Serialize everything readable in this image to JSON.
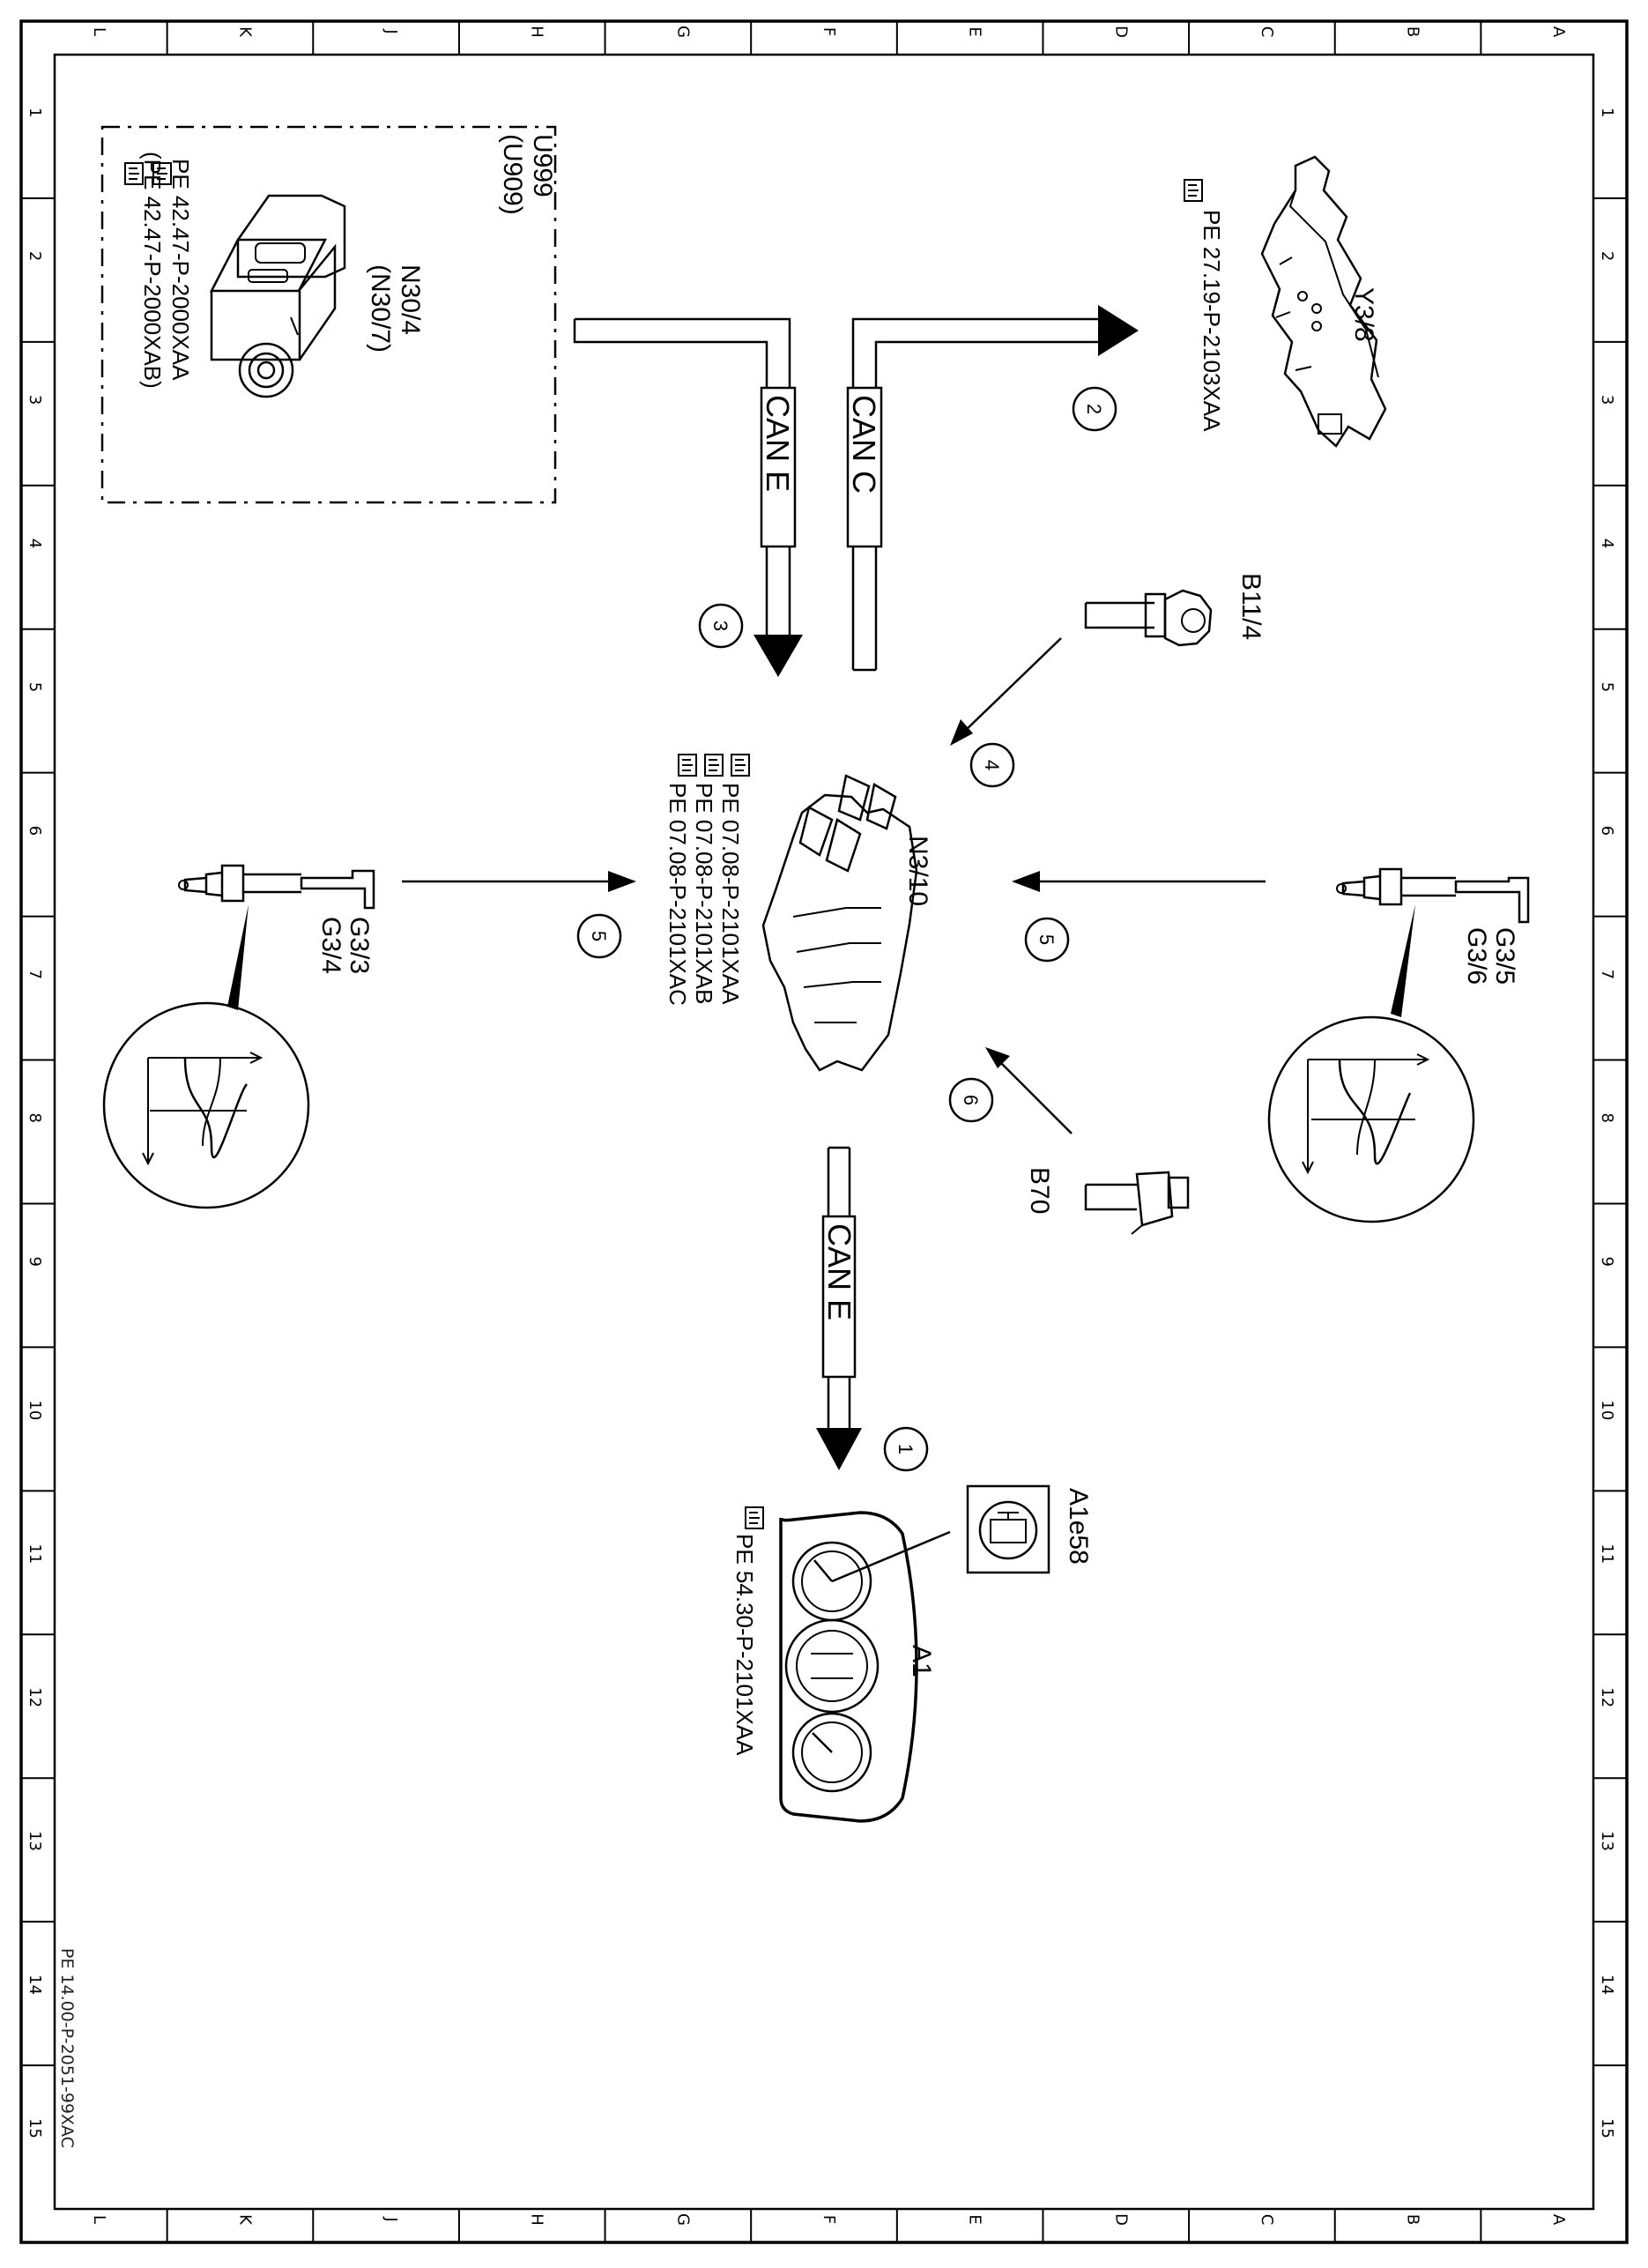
{
  "document_code": "PE 14.00-P-2051-99XAC",
  "grid": {
    "letters": [
      "L",
      "K",
      "J",
      "H",
      "G",
      "F",
      "E",
      "D",
      "C",
      "B",
      "A"
    ],
    "numbers": [
      "1",
      "2",
      "3",
      "4",
      "5",
      "6",
      "7",
      "8",
      "9",
      "10",
      "11",
      "12",
      "13",
      "14",
      "15"
    ]
  },
  "components": {
    "radar": {
      "label1": "N30/4",
      "label2": "(N30/7)",
      "box1": "U999",
      "box2": "(U909)",
      "refs": [
        "PE  42.47-P-2000XAA",
        "(PE  42.47-P-2000XAB)"
      ]
    },
    "valve": {
      "label": "Y3/8",
      "refs": [
        "PE  27.19-P-2103XAA"
      ]
    },
    "ecu": {
      "label": "N3/10",
      "refs": [
        "PE  07.08-P-2101XAA",
        "PE  07.08-P-2101XAB",
        "PE  07.08-P-2101XAC"
      ]
    },
    "knock": {
      "label": "B11/4"
    },
    "o2_left": {
      "label1": "G3/3",
      "label2": "G3/4"
    },
    "o2_right": {
      "label1": "G3/5",
      "label2": "G3/6"
    },
    "cam": {
      "label": "B70"
    },
    "cluster": {
      "label": "A1",
      "lamp": "A1e58",
      "refs": [
        "PE  54.30-P-2101XAA"
      ]
    }
  },
  "buses": {
    "can_e": "CAN E",
    "can_c": "CAN C",
    "can_e_lower": "CAN E"
  },
  "callouts": [
    "1",
    "2",
    "3",
    "4",
    "5",
    "5",
    "6"
  ],
  "colors": {
    "line": "#000000",
    "background": "#ffffff"
  }
}
